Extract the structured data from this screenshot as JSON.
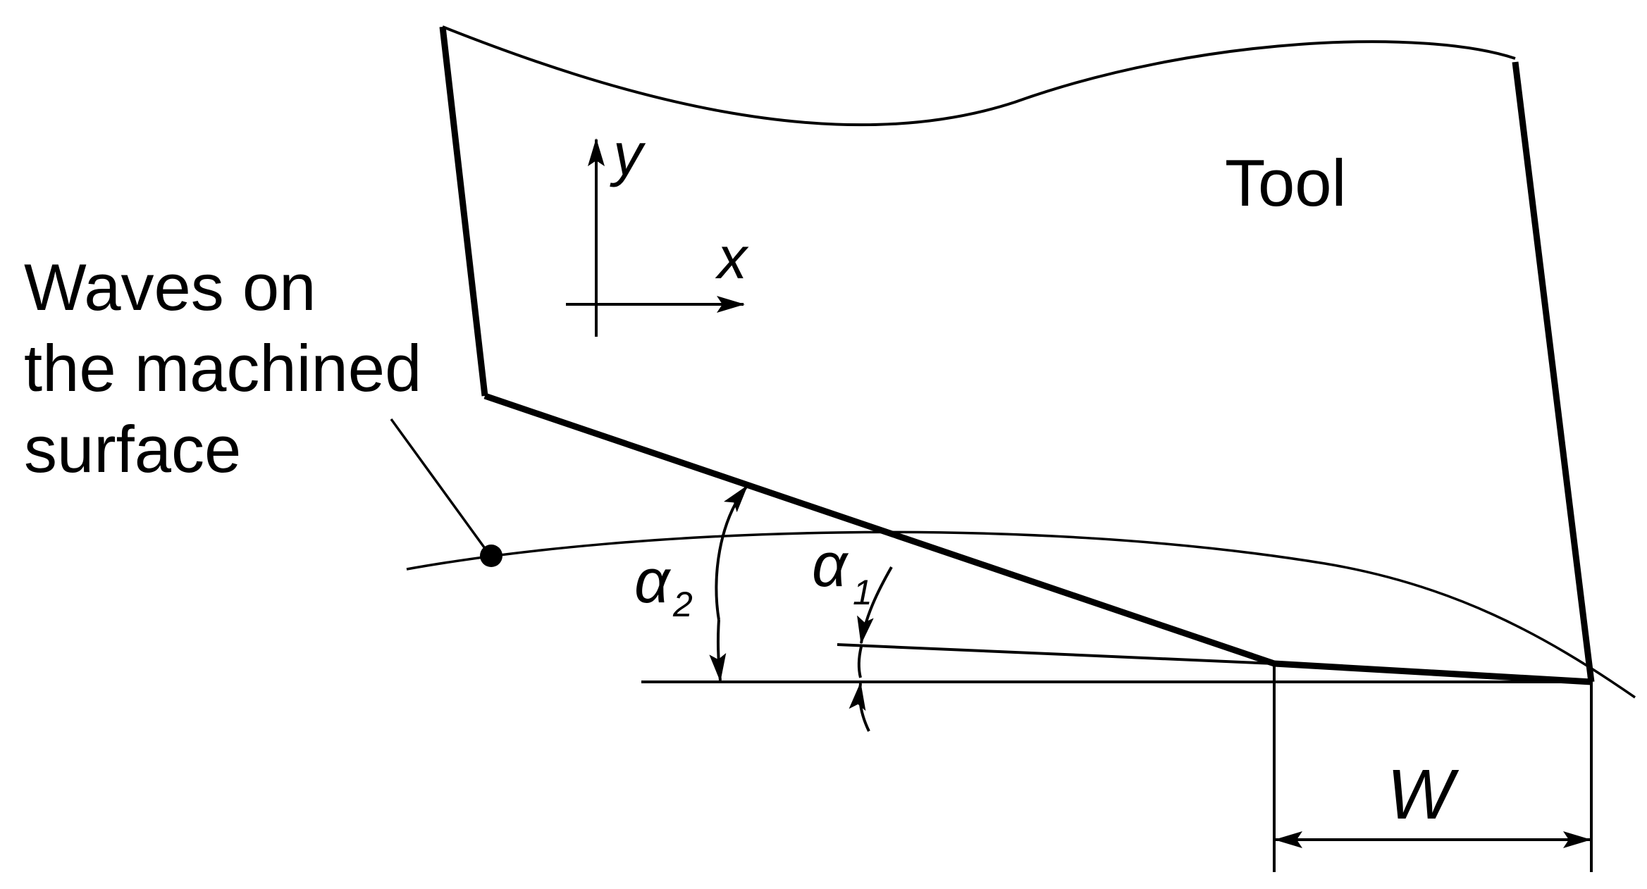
{
  "labels": {
    "tool": "Tool",
    "waves_line1": "Waves on",
    "waves_line2": "the machined",
    "waves_line3": "surface",
    "axis_y": "y",
    "axis_x": "x",
    "alpha": "α",
    "alpha2_sub": "2",
    "alpha1_sub": "1",
    "width": "W"
  },
  "colors": {
    "stroke": "#000000",
    "background": "#ffffff"
  }
}
